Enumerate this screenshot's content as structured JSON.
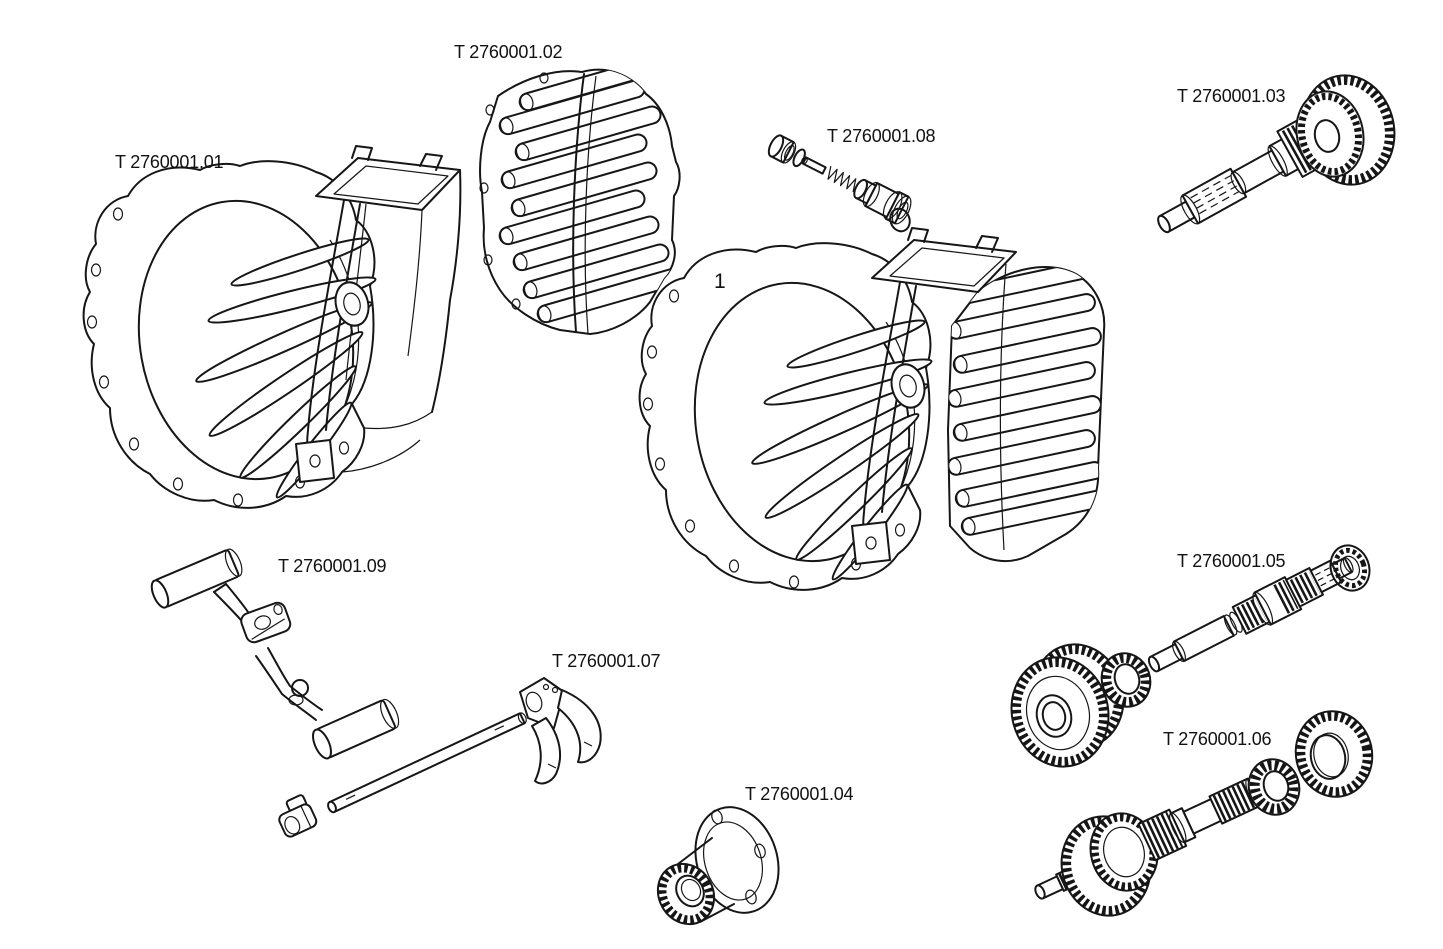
{
  "page": {
    "background": "#ffffff",
    "ink": "#161616"
  },
  "figure": {
    "kind": "exploded-parts-diagram",
    "subject": "manual transmission gearbox parts plate",
    "assembly_callout": "1",
    "parts": [
      {
        "id": "clutch-housing",
        "label": "T 2760001.01"
      },
      {
        "id": "gear-case",
        "label": "T 2760001.02"
      },
      {
        "id": "input-shaft",
        "label": "T 2760001.03"
      },
      {
        "id": "output-flange",
        "label": "T 2760001.04"
      },
      {
        "id": "mainshaft-gear-set",
        "label": "T 2760001.05"
      },
      {
        "id": "countershaft-gear-set",
        "label": "T 2760001.06"
      },
      {
        "id": "shift-fork-and-rod",
        "label": "T 2760001.07"
      },
      {
        "id": "detent-plunger-kit",
        "label": "T 2760001.08"
      },
      {
        "id": "gearshift-lever",
        "label": "T 2760001.09"
      }
    ]
  }
}
